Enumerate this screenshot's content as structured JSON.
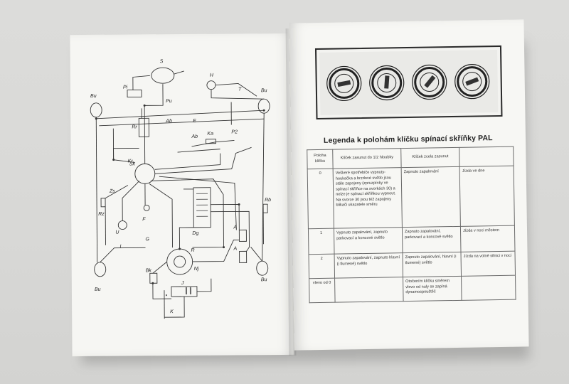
{
  "left_page": {
    "diagram_labels": [
      "S",
      "Pi",
      "Rr",
      "Pu",
      "H",
      "T",
      "Bu",
      "Bu",
      "Ab",
      "E",
      "Ab",
      "Ka",
      "P2",
      "Sk",
      "Zs",
      "Rz",
      "F",
      "Dg",
      "Rb",
      "R",
      "Bk",
      "J",
      "K",
      "Nj",
      "A",
      "A",
      "Bu",
      "Bu",
      "Kr",
      "U",
      "G",
      "I"
    ]
  },
  "right_page": {
    "title": "Legenda k polohám klíčku spínací skříňky PAL",
    "table": {
      "headers": [
        "Poloha klíčku",
        "Klíček zasunut do 1/2 hloubky",
        "Klíček zcela zasunut",
        ""
      ],
      "rows": [
        {
          "pos": "0",
          "half": "Veškeré spotřebiče vypnuty-houkačka a brzdové světlo jsou stále zapojeny (zpruzpínky ve spínací skříňce na svorkách 30) a nelze je spínací skříňkou vypnout. Na svorce 30 jsou též zapojeny blikači ukazatele směru",
          "full": "Zapnuto zapalování",
          "note": "Jízda ve dne"
        },
        {
          "pos": "1",
          "half": "Vypnuto zapalování, zapnuto parkovací a koncové světlo",
          "full": "Zapnuto zapalování, parkovací a koncové světlo",
          "note": "Jízda v noci městem"
        },
        {
          "pos": "2",
          "half": "Vypnuto zapalování, zapnuto hlavní (i tlumené) světlo",
          "full": "Zapnuto zapalování, hlavní (i tlumené) světlo",
          "note": "Jízda na volné silnici v noci"
        },
        {
          "pos": "vlevo od 0",
          "half": "",
          "full": "Otočením klíčku směrem vlevo od nuly se zapíná dynamospouštěč",
          "note": ""
        }
      ]
    }
  },
  "colors": {
    "paper": "#f6f6f3",
    "ink": "#222222",
    "background": "#d9d9d7"
  }
}
